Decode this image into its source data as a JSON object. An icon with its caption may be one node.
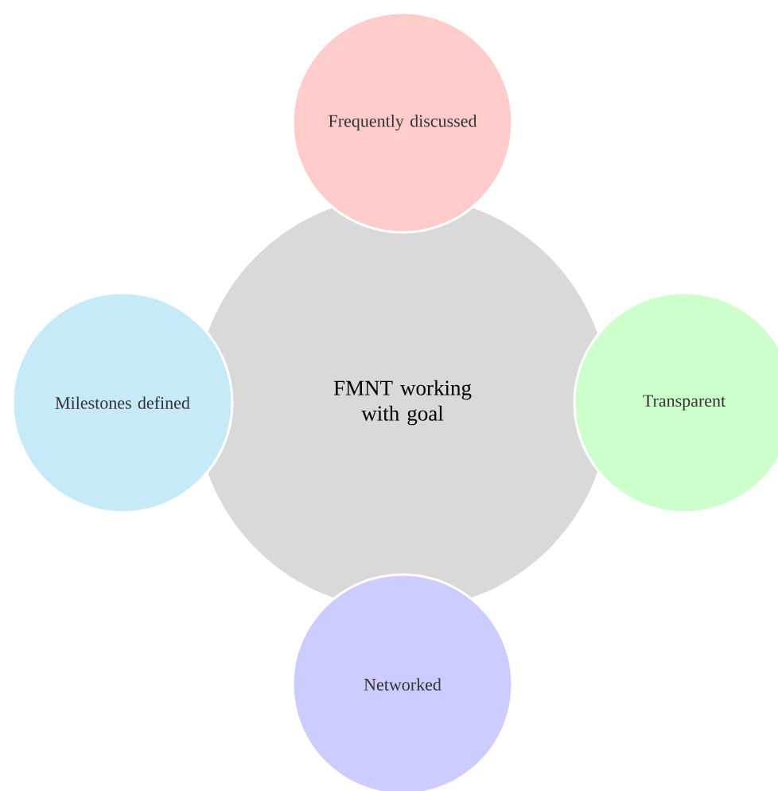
{
  "diagram": {
    "nodes": [
      {
        "text": [
          "FMNT working with goal"
        ]
      },
      {
        "text": [
          "Frequently discussed"
        ]
      },
      {
        "text": [
          "Transparent"
        ]
      },
      {
        "text": [
          "Networked"
        ]
      },
      {
        "text": [
          "Milestones defined"
        ]
      }
    ]
  }
}
